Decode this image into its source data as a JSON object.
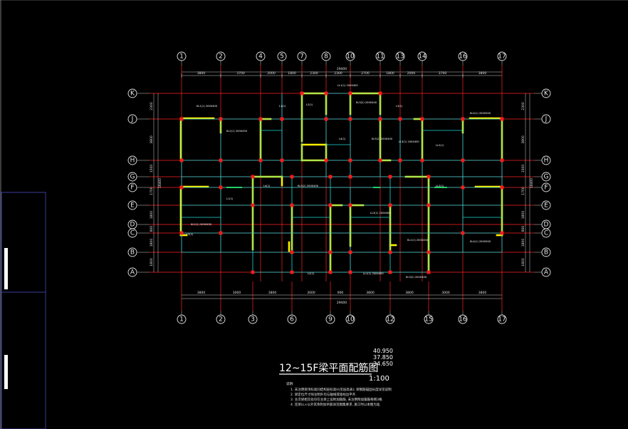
{
  "drawing": {
    "title": "12~15F梁平面配筋图",
    "scale": "1:100",
    "elevations": [
      "40.950",
      "37.850",
      "34.650"
    ],
    "notes_heading": "说明:",
    "notes": [
      "1. 未注明梁顶标高同结构层标高H(见层高表); 梁钢筋锚固长度详见说明.",
      "2. 梁定位尺寸除注明外均与轴线或墙柱边平齐.",
      "3. 主次梁相交处均在主梁上设附加箍筋, 未注明附加箍筋每侧3根.",
      "4. 连梁LL×以外其余附加吊筋详见图集要求, 施工时以本图为准."
    ]
  },
  "grid": {
    "columns_top": [
      "1",
      "2",
      "4",
      "5",
      "7",
      "8",
      "10",
      "11",
      "13",
      "14",
      "16",
      "17"
    ],
    "columns_bottom": [
      "1",
      "2",
      "3",
      "6",
      "9",
      "10",
      "12",
      "15",
      "16",
      "17"
    ],
    "rows_left": [
      "K",
      "J",
      "H",
      "G",
      "F",
      "E",
      "D",
      "C",
      "B",
      "A"
    ],
    "rows_right": [
      "K",
      "J",
      "H",
      "G",
      "F",
      "E",
      "D",
      "C",
      "B",
      "A"
    ],
    "dims_top": [
      "3800",
      "3700",
      "2000",
      "1800",
      "2300",
      "2300",
      "2700",
      "1800",
      "2000",
      "3700",
      "3800"
    ],
    "dims_bottom": [
      "3800",
      "3000",
      "3800",
      "3000",
      "900",
      "3800",
      "3800",
      "3000",
      "3800"
    ],
    "total_dim": "29400",
    "dims_left": [
      "2300",
      "3800",
      "1500",
      "1700",
      "1800",
      "800",
      "1800",
      "1800"
    ],
    "dims_right": [
      "2300",
      "3800",
      "1500",
      "1700",
      "1800",
      "800",
      "1800",
      "1800"
    ],
    "total_height": "16400"
  },
  "beam_tags": [
    "KL1(1) 200X400",
    "KL2(1) 200X450",
    "L1(1)",
    "L2(1)",
    "LL1(1) 200X400",
    "KL3(2) 200X400",
    "L3(1)",
    "LL2(1)",
    "KL4(1) 200X500",
    "L4(1)",
    "KL5(2) 200X400",
    "LL3(1) 200X400"
  ],
  "colors": {
    "background": "#000000",
    "grid_line": "#ff2020",
    "wall": "#ffee00",
    "beam": "#20d8d8",
    "text": "#ffffff",
    "frame": "#3a3a9a"
  }
}
